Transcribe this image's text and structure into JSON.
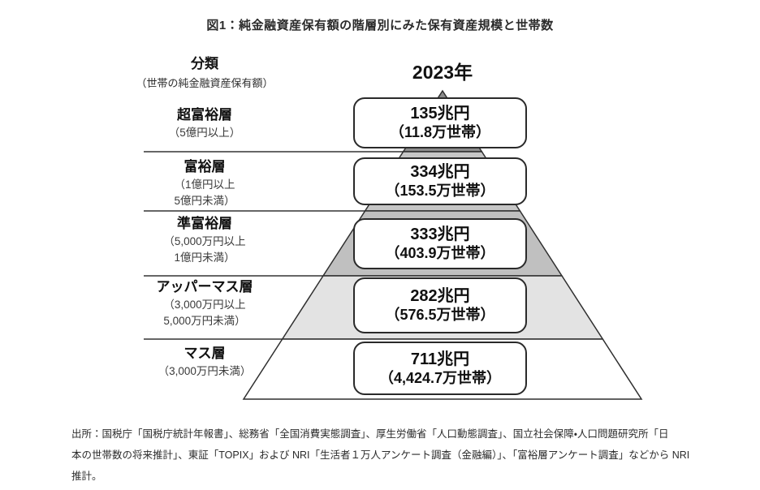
{
  "figure": {
    "title": "図1：純金融資産保有額の階層別にみた保有資産規模と世帯数"
  },
  "header": {
    "classification": "分類",
    "classification_sub": "（世帯の純金融資産保有額）",
    "year": "2023年"
  },
  "tiers": [
    {
      "name": "超富裕層",
      "range": "（5億円以上）",
      "value": "135兆円",
      "households": "（11.8万世帯）"
    },
    {
      "name": "富裕層",
      "range": "（1億円以上\n5億円未満）",
      "value": "334兆円",
      "households": "（153.5万世帯）"
    },
    {
      "name": "準富裕層",
      "range": "（5,000万円以上\n1億円未満）",
      "value": "333兆円",
      "households": "（403.9万世帯）"
    },
    {
      "name": "アッパーマス層",
      "range": "（3,000万円以上\n5,000万円未満）",
      "value": "282兆円",
      "households": "（576.5万世帯）"
    },
    {
      "name": "マス層",
      "range": "（3,000万円未満）",
      "value": "711兆円",
      "households": "（4,424.7万世帯）"
    }
  ],
  "source": "出所：国税庁「国税庁統計年報書」、総務省「全国消費実態調査」、厚生労働省「人口動態調査」、国立社会保障・人口問題研究所「日\n本の世帯数の将来推計」、東証「TOPIX」および NRI「生活者１万人アンケート調査（金融編）」、「富裕層アンケート調査」などから NRI\n推計。",
  "colors": {
    "tier1_fill": "#8c8c8c",
    "tier2_fill": "#c6c6c6",
    "tier3_fill": "#c0c0c0",
    "tier4_fill": "#e3e3e3",
    "tier5_fill": "#ffffff",
    "outline": "#2f2f2f"
  },
  "chart_data": {
    "type": "pyramid",
    "title": "図1：純金融資産保有額の階層別にみた保有資産規模と世帯数",
    "year": "2023年",
    "categories": [
      "超富裕層",
      "富裕層",
      "準富裕層",
      "アッパーマス層",
      "マス層"
    ],
    "thresholds": [
      "5億円以上",
      "1億円以上5億円未満",
      "5,000万円以上1億円未満",
      "3,000万円以上5,000万円未満",
      "3,000万円未満"
    ],
    "series": [
      {
        "name": "純金融資産保有額（兆円）",
        "values": [
          135,
          334,
          333,
          282,
          711
        ]
      },
      {
        "name": "世帯数（万世帯）",
        "values": [
          11.8,
          153.5,
          403.9,
          576.5,
          4424.7
        ]
      }
    ],
    "legend_position": "none",
    "grid": false
  }
}
